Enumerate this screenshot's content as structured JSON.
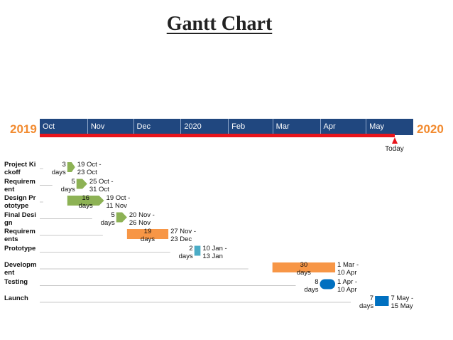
{
  "title": "Gantt Chart",
  "timeline": {
    "start_year": "2019",
    "end_year": "2020",
    "months": [
      "Oct",
      "Nov",
      "Dec",
      "2020",
      "Feb",
      "Mar",
      "Apr",
      "May"
    ],
    "today_label": "Today",
    "year_color": "#f28b30",
    "bar_color": "#20477f",
    "progress_color": "#e8141b"
  },
  "chart_data": {
    "type": "gantt",
    "title": "Gantt Chart",
    "x_axis": {
      "start": "2019-10-01",
      "end": "2020-05-31",
      "tick_labels": [
        "Oct",
        "Nov",
        "Dec",
        "2020",
        "Feb",
        "Mar",
        "Apr",
        "May"
      ]
    },
    "today": "2020-05-20",
    "tasks": [
      {
        "name": "Project Kickoff",
        "duration_label": "3 days",
        "date_label": "19 Oct - 23 Oct",
        "start": "2019-10-19",
        "end": "2019-10-23",
        "shape": "chevron",
        "color": "#8db255"
      },
      {
        "name": "Requirement",
        "duration_label": "5 days",
        "date_label": "25 Oct - 31 Oct",
        "start": "2019-10-25",
        "end": "2019-10-31",
        "shape": "chevron",
        "color": "#8db255"
      },
      {
        "name": "Design Prototype",
        "duration_label": "16 days",
        "date_label": "19 Oct - 11 Nov",
        "start": "2019-10-19",
        "end": "2019-11-11",
        "shape": "arrow",
        "color": "#8db255"
      },
      {
        "name": "Final Design",
        "duration_label": "5 days",
        "date_label": "20 Nov - 26 Nov",
        "start": "2019-11-20",
        "end": "2019-11-26",
        "shape": "chevron",
        "color": "#8db255"
      },
      {
        "name": "Requirements",
        "duration_label": "19 days",
        "date_label": "27 Nov - 23 Dec",
        "start": "2019-11-27",
        "end": "2019-12-23",
        "shape": "rect",
        "color": "#f79646"
      },
      {
        "name": "Prototype",
        "duration_label": "2 days",
        "date_label": "10 Jan - 13 Jan",
        "start": "2020-01-10",
        "end": "2020-01-13",
        "shape": "rect",
        "color": "#4bacc6"
      },
      {
        "name": "Development",
        "duration_label": "30 days",
        "date_label": "1 Mar - 10 Apr",
        "start": "2020-03-01",
        "end": "2020-04-10",
        "shape": "rect",
        "color": "#f79646"
      },
      {
        "name": "Testing",
        "duration_label": "8 days",
        "date_label": "1 Apr - 10 Apr",
        "start": "2020-04-01",
        "end": "2020-04-10",
        "shape": "pill",
        "color": "#0070c0"
      },
      {
        "name": "Launch",
        "duration_label": "7 days",
        "date_label": "7 May - 15 May",
        "start": "2020-05-07",
        "end": "2020-05-15",
        "shape": "rect",
        "color": "#0070c0"
      }
    ]
  }
}
